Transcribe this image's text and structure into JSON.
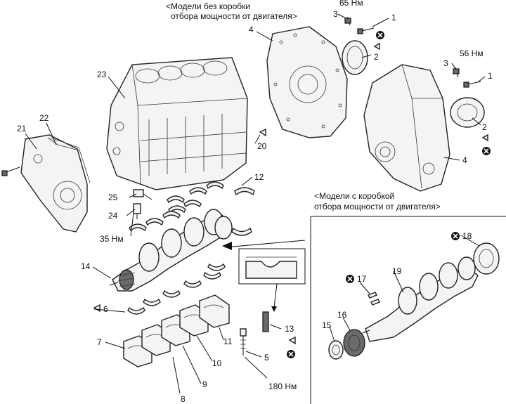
{
  "captions": {
    "top_line1": "<Модели без коробки",
    "top_line2": "отбора мощности от двигателя>",
    "right_line1": "<Модели с коробкой",
    "right_line2": "отбора мощности от двигателя>"
  },
  "torques": {
    "t65": "65 Нм",
    "t56": "56 Нм",
    "t35": "35 Нм",
    "t180": "180 Нм"
  },
  "callouts": {
    "c1a": "1",
    "c1b": "1",
    "c2a": "2",
    "c2b": "2",
    "c3a": "3",
    "c3b": "3",
    "c4a": "4",
    "c4b": "4",
    "c5": "5",
    "c6": "6",
    "c7": "7",
    "c8": "8",
    "c9": "9",
    "c10": "10",
    "c11": "11",
    "c12": "12",
    "c13": "13",
    "c14": "14",
    "c15": "15",
    "c16": "16",
    "c17": "17",
    "c18": "18",
    "c19": "19",
    "c20": "20",
    "c21": "21",
    "c22": "22",
    "c23": "23",
    "c24": "24",
    "c25": "25"
  }
}
